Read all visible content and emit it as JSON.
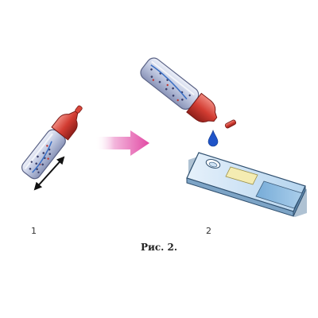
{
  "figure": {
    "step_labels": [
      "1",
      "2"
    ],
    "caption": "Рис. 2.",
    "colors": {
      "tube_glass": "#b9c2dc",
      "cap_red": "#cf3b32",
      "arrow_pink": "#e94fa8",
      "drop_blue": "#1f54c8",
      "test_strip": "#9bc6e6",
      "result_window": "#f4ecb2"
    },
    "icons": [
      "tube-shaking",
      "motion-arrow",
      "process-arrow",
      "tube-dropping",
      "sample-drop",
      "test-cassette"
    ]
  }
}
